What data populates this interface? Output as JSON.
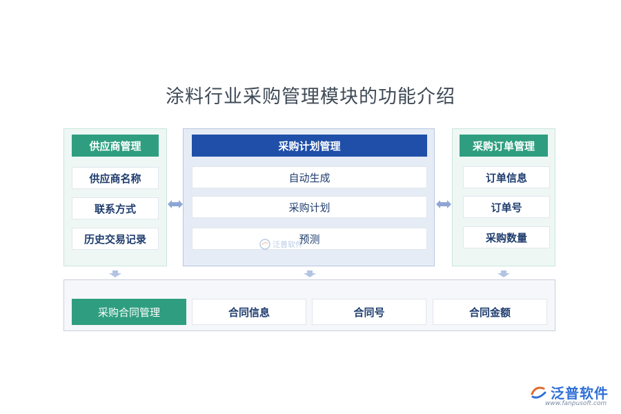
{
  "title": "涂料行业采购管理模块的功能介绍",
  "supplier": {
    "header": "供应商管理",
    "items": [
      "供应商名称",
      "联系方式",
      "历史交易记录"
    ]
  },
  "plan": {
    "header": "采购计划管理",
    "items": [
      "自动生成",
      "采购计划",
      "预测"
    ]
  },
  "order": {
    "header": "采购订单管理",
    "items": [
      "订单信息",
      "订单号",
      "采购数量"
    ]
  },
  "contract": {
    "header": "采购合同管理",
    "items": [
      "合同信息",
      "合同号",
      "合同金额"
    ]
  },
  "watermark": "泛普软件",
  "logo": {
    "text": "泛普软件",
    "url": "www.fanpusoft.com"
  },
  "colors": {
    "green_header": "#2f9e80",
    "blue_header": "#1f4fa8",
    "item_text": "#1e3c6e",
    "arrow": "#8ea6d6"
  }
}
